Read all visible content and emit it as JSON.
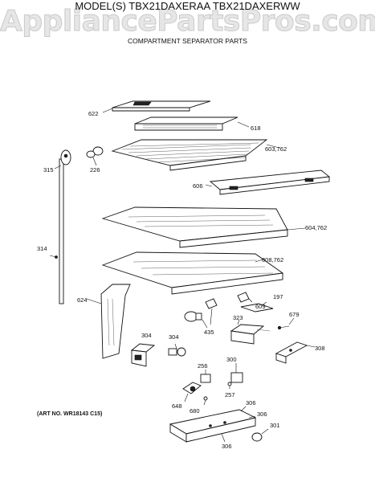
{
  "watermark": "AppliancePartsPros.com",
  "header": {
    "model_title": "MODEL(S) TBX21DAXERAA  TBX21DAXERWW",
    "subtitle": "COMPARTMENT SEPARATOR PARTS"
  },
  "footer": {
    "art_no": "(ART NO. WR18143 C15)"
  },
  "callouts": {
    "c622": "622",
    "c618": "618",
    "c603": "603,762",
    "c315": "315",
    "c226": "226",
    "c606": "606",
    "c604": "604,762",
    "c314": "314",
    "c608": "608,762",
    "c624": "624",
    "c609": "609",
    "c197": "197",
    "c679": "679",
    "c304a": "304",
    "c304b": "304",
    "c435": "435",
    "c323": "323",
    "c308": "308",
    "c256": "256",
    "c300": "300",
    "c257": "257",
    "c648": "648",
    "c680": "680",
    "c306a": "306",
    "c306b": "306",
    "c306c": "306",
    "c301": "301"
  }
}
